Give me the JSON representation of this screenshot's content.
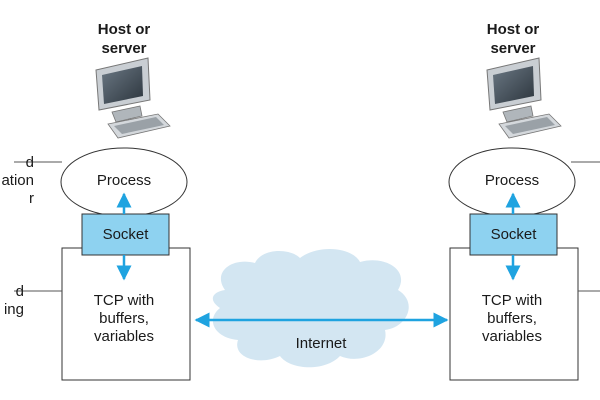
{
  "left_host": {
    "title_line1": "Host or",
    "title_line2": "server",
    "process": "Process",
    "socket": "Socket",
    "tcp_line1": "TCP with",
    "tcp_line2": "buffers,",
    "tcp_line3": "variables"
  },
  "right_host": {
    "title_line1": "Host or",
    "title_line2": "server",
    "process": "Process",
    "socket": "Socket",
    "tcp_line1": "TCP with",
    "tcp_line2": "buffers,",
    "tcp_line3": "variables"
  },
  "internet": "Internet",
  "side_labels": {
    "app_line1": "d",
    "app_line2": "ation",
    "app_line3": "r",
    "os_line1": "d",
    "os_line2": "ing"
  },
  "colors": {
    "arrow": "#1fa3e0",
    "socket_fill": "#8ed2f0",
    "cloud_fill": "#d3e6f2"
  },
  "icons": [
    "computer-icon",
    "cloud-icon"
  ]
}
